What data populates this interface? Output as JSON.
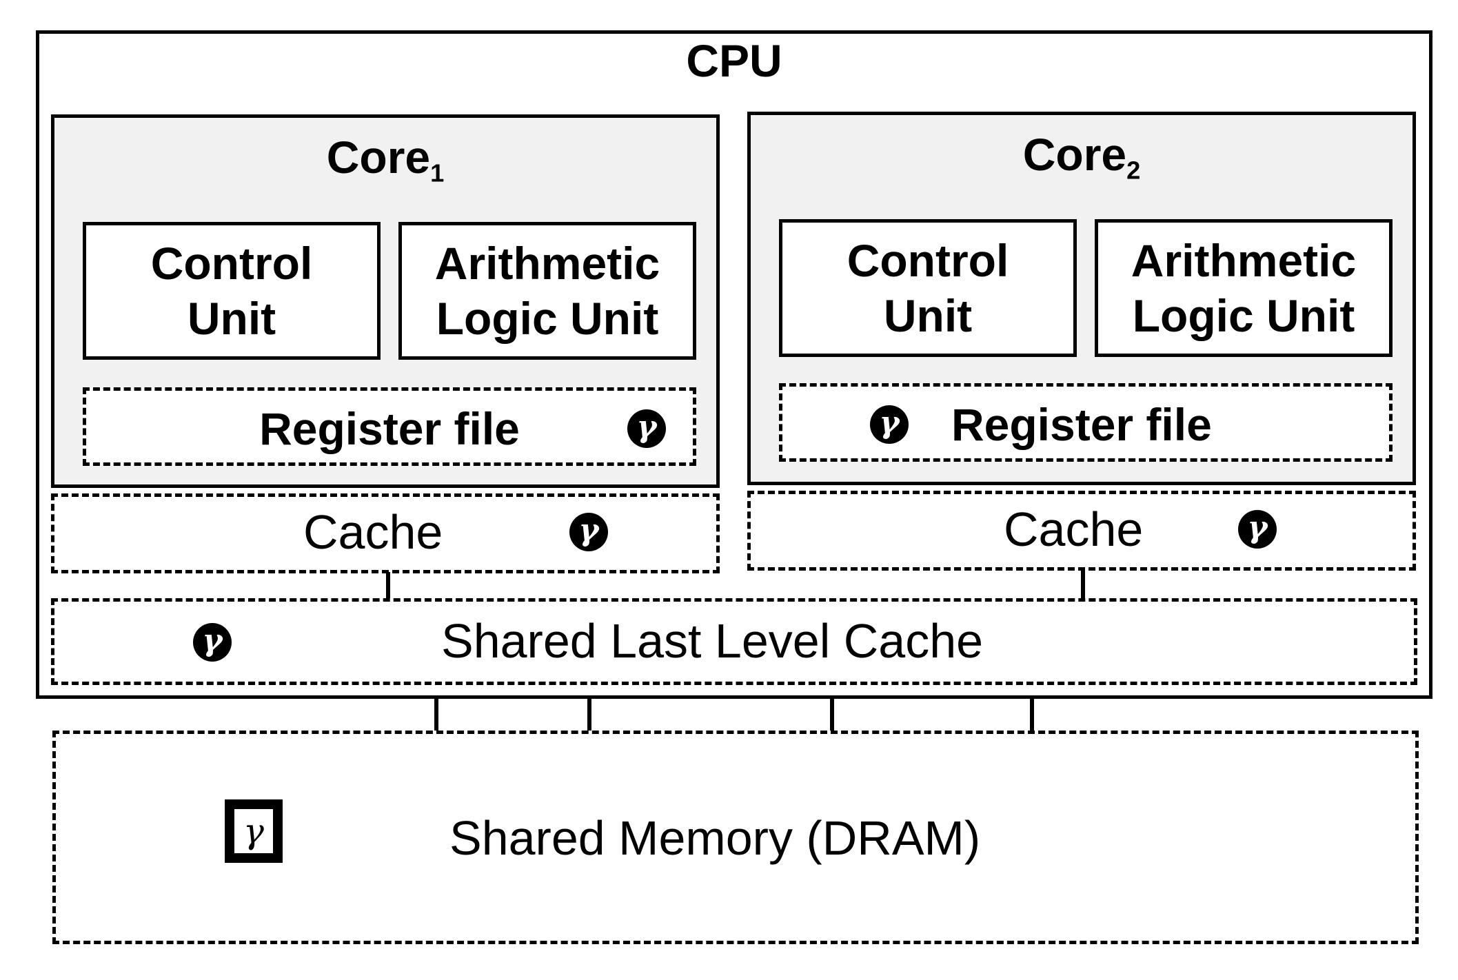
{
  "cpu": {
    "title": "CPU"
  },
  "cores": [
    {
      "title": "Core",
      "index": "1",
      "control_unit": "Control Unit",
      "alu": "Arithmetic Logic Unit",
      "register_file": "Register file",
      "register_marker": "γ",
      "cache": "Cache",
      "cache_marker": "γ"
    },
    {
      "title": "Core",
      "index": "2",
      "control_unit": "Control Unit",
      "alu": "Arithmetic Logic Unit",
      "register_file": "Register file",
      "register_marker": "γ",
      "cache": "Cache",
      "cache_marker": "γ"
    }
  ],
  "llc": {
    "label": "Shared Last Level Cache",
    "marker": "γ"
  },
  "memory": {
    "label": "Shared Memory (DRAM)",
    "marker": "γ"
  },
  "colors": {
    "core_background": "#f1f1f1",
    "border": "#000000"
  }
}
